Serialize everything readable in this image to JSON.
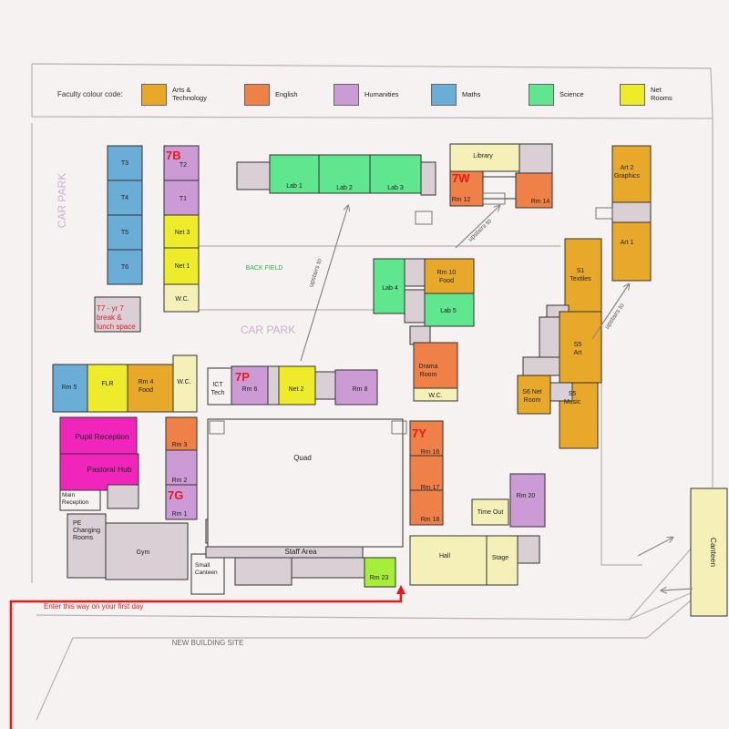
{
  "legend": {
    "title": "Faculty colour code:",
    "items": [
      {
        "label": "Arts &\nTechnology",
        "color": "#e8a92a"
      },
      {
        "label": "English",
        "color": "#ef8048"
      },
      {
        "label": "Humanities",
        "color": "#cc9bd6"
      },
      {
        "label": "Maths",
        "color": "#6aaed8"
      },
      {
        "label": "Science",
        "color": "#5fe68f"
      },
      {
        "label": "Net\nRooms",
        "color": "#eeec2a"
      }
    ]
  },
  "colors": {
    "arts": "#e8a92a",
    "english": "#ef8048",
    "humanities": "#cc9bd6",
    "maths": "#6aaed8",
    "science": "#5fe68f",
    "net": "#eeec2a",
    "general": "#f5f0b8",
    "grey": "#d9cfd4",
    "magenta": "#f125bb",
    "lime": "#a6ee3a",
    "background": "#f7f2f2",
    "route": "#e51b1b"
  },
  "areas": {
    "car_park_left": "CAR PARK",
    "car_park_center": "CAR PARK",
    "back_field": "BACK FIELD",
    "quad": "Quad",
    "staff_area": "Staff Area",
    "new_building_site": "NEW BUILDING SITE"
  },
  "stairs": {
    "upstairs_1": "upstairs to",
    "upstairs_2": "upstairs to",
    "upstairs_3": "upstairs to"
  },
  "form_labels": {
    "seven_b": "7B",
    "seven_w": "7W",
    "seven_p": "7P",
    "seven_g": "7G",
    "seven_y": "7Y"
  },
  "route_label": "Enter this way on your first day",
  "rooms": {
    "t3": "T3",
    "t4": "T4",
    "t5": "T5",
    "t6": "T6",
    "t2": "T2",
    "t1": "T1",
    "net3": "Net 3",
    "net1": "Net 1",
    "wc_top_left": "W.C.",
    "t7": "T7 - yr 7\nbreak &\nlunch space",
    "lab1": "Lab 1",
    "lab2": "Lab 2",
    "lab3": "Lab 3",
    "library": "Library",
    "rm12": "Rm 12",
    "rm14": "Rm 14",
    "art2": "Art 2\nGraphics",
    "art1": "Art 1",
    "lab4": "Lab 4",
    "rm10": "Rm 10\nFood",
    "lab5": "Lab 5",
    "s1": "S1\nTextiles",
    "s5_art": "S5\nArt",
    "s6": "S6 Net\nRoom",
    "s5_music": "S5\nMusic",
    "drama": "Drama\nRoom",
    "wc_drama": "W.C.",
    "rm5": "Rm 5",
    "flr": "FLR",
    "rm4": "Rm 4\nFood",
    "wc_mid": "W.C.",
    "ict": "ICT\nTech",
    "rm6": "Rm 6",
    "net2": "Net 2",
    "rm8": "Rm 8",
    "pupil_reception": "Pupil Reception",
    "pastoral_hub": "Pastoral Hub",
    "main_reception": "Main\nReception",
    "rm3": "Rm 3",
    "rm2": "Rm 2",
    "rm1": "Rm 1",
    "pe_changing": "PE\nChanging\nRooms",
    "gym": "Gym",
    "small_canteen": "Small\nCanteen",
    "rm16": "Rm 16",
    "rm17": "Rm 17",
    "rm18": "Rm 18",
    "rm20": "Rm 20",
    "time_out": "Time Out",
    "hall": "Hall",
    "stage": "Stage",
    "rm23": "Rm 23",
    "canteen": "Canteen"
  }
}
